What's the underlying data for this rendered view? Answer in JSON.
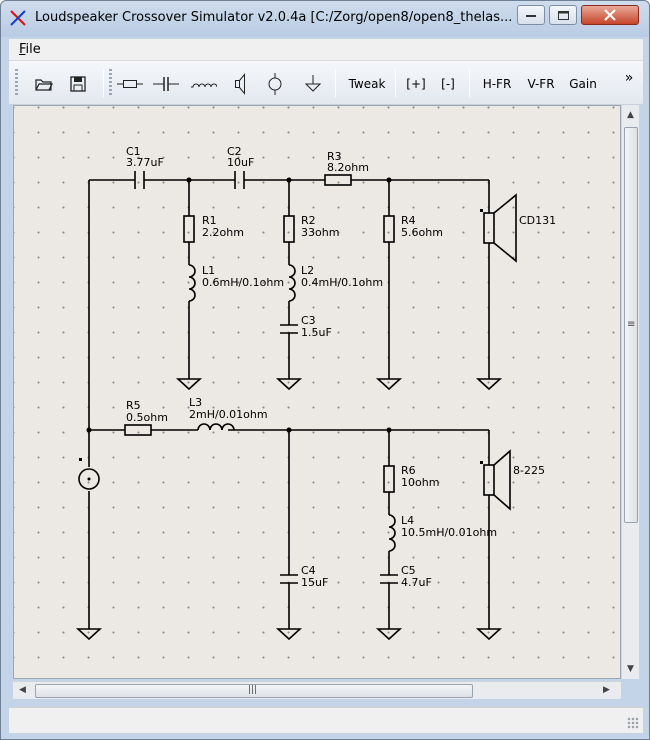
{
  "window": {
    "title": "Loudspeaker Crossover Simulator v2.0.4a [C:/Zorg/open8/open8_thelas..."
  },
  "menu": {
    "file": "File"
  },
  "toolbar": {
    "icons": [
      "open-icon",
      "save-icon",
      "resistor-icon",
      "capacitor-icon",
      "inductor-icon",
      "driver-icon",
      "source-icon",
      "ground-icon"
    ],
    "tweak": "Tweak",
    "zoom_in": "[+]",
    "zoom_out": "[-]",
    "hfr": "H-FR",
    "vfr": "V-FR",
    "gain": "Gain",
    "more": "»"
  },
  "scroll": {
    "up": "▲",
    "down": "▼",
    "left": "◀",
    "right": "▶",
    "grip": "|||",
    "vgrip": "≡"
  },
  "schematic": {
    "components": {
      "C1": {
        "name": "C1",
        "value": "3.77uF"
      },
      "C2": {
        "name": "C2",
        "value": "10uF"
      },
      "R3": {
        "name": "R3",
        "value": "8.2ohm"
      },
      "R1": {
        "name": "R1",
        "value": "2.2ohm"
      },
      "R2": {
        "name": "R2",
        "value": "33ohm"
      },
      "R4": {
        "name": "R4",
        "value": "5.6ohm"
      },
      "L1": {
        "name": "L1",
        "value": "0.6mH/0.1ohm"
      },
      "L2": {
        "name": "L2",
        "value": "0.4mH/0.1ohm"
      },
      "C3": {
        "name": "C3",
        "value": "1.5uF"
      },
      "CD131": {
        "name": "CD131"
      },
      "R5": {
        "name": "R5",
        "value": "0.5ohm"
      },
      "L3": {
        "name": "L3",
        "value": "2mH/0.01ohm"
      },
      "R6": {
        "name": "R6",
        "value": "10ohm"
      },
      "L4": {
        "name": "L4",
        "value": "10.5mH/0.01ohm"
      },
      "C4": {
        "name": "C4",
        "value": "15uF"
      },
      "C5": {
        "name": "C5",
        "value": "4.7uF"
      },
      "D8225": {
        "name": "8-225"
      }
    }
  }
}
